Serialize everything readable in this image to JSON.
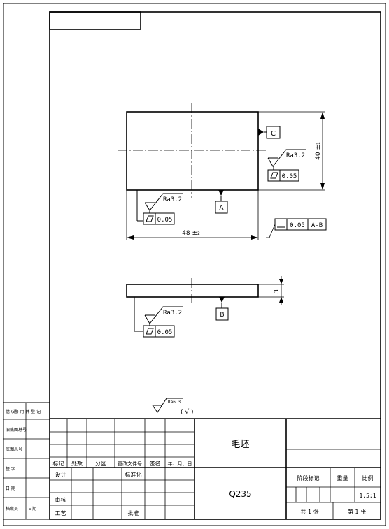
{
  "part1": {
    "datum_c": "C",
    "datum_a": "A",
    "roughness_right": "Ra3.2",
    "roughness_bottom": "Ra3.2",
    "flatness_right": "0.05",
    "flatness_bottom": "0.05",
    "perp_value": "0.05",
    "perp_datum": "A-B",
    "dim_width": "48 ±",
    "dim_width_sub": "2",
    "dim_height": "40 ±",
    "dim_height_sub": "1"
  },
  "part2": {
    "datum_b": "B",
    "roughness": "Ra3.2",
    "flatness": "0.05",
    "dim_thickness": "3"
  },
  "general_roughness": {
    "value": "Ra6.3",
    "paren": "( √ )"
  },
  "left_strip": {
    "row1": "借 (通) 用 件 登 记",
    "row2": "旧底图总号",
    "row3": "底图总号",
    "row4": "签 字",
    "row5": "日 期",
    "row6a": "档案员",
    "row6b": "日期"
  },
  "title_block": {
    "headers": [
      "标记",
      "处数",
      "分区",
      "更改文件号",
      "签名",
      "年、月、日"
    ],
    "design": "设计",
    "standardize": "标准化",
    "review": "审核",
    "process": "工艺",
    "approve": "批准",
    "part_name": "毛坯",
    "material": "Q235",
    "stage_mark": "阶段标记",
    "weight": "重量",
    "scale_label": "比例",
    "scale_value": "1.5:1",
    "total_sheets": "共 1 张",
    "sheet_no": "第 1 张"
  }
}
